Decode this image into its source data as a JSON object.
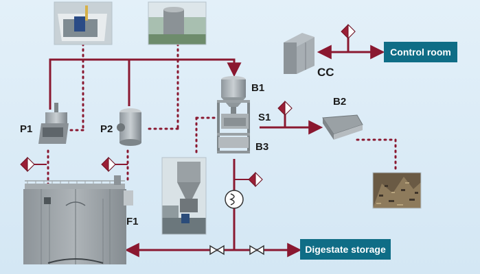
{
  "labels": {
    "p1": "P1",
    "p2": "P2",
    "b1": "B1",
    "s1": "S1",
    "b3": "B3",
    "b2": "B2",
    "cc": "CC",
    "f1": "F1"
  },
  "boxes": {
    "control_room": "Control room",
    "digestate_storage": "Digestate storage"
  },
  "colors": {
    "pipe": "#8a1830",
    "diamond_red": "#9a1f36",
    "box": "#0f6d86"
  }
}
